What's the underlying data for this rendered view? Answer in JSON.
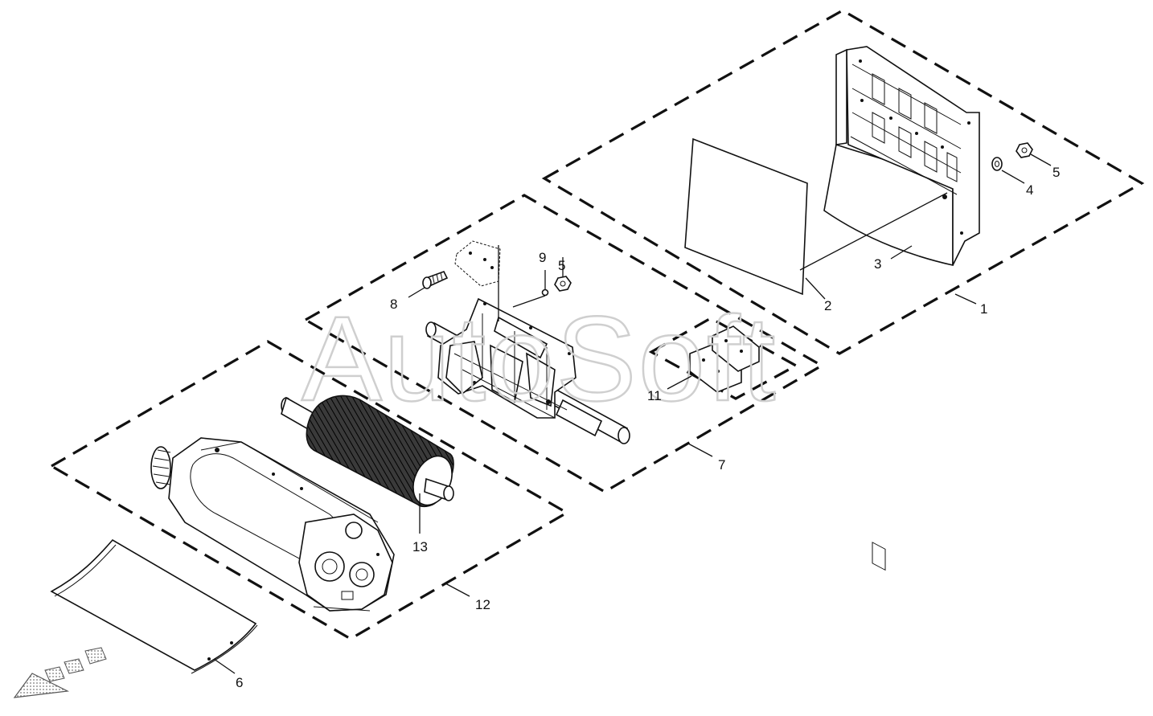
{
  "watermark": "AutoSoft",
  "callouts": {
    "c1": "1",
    "c2": "2",
    "c3": "3",
    "c4": "4",
    "c5a": "5",
    "c5b": "5",
    "c6": "6",
    "c7": "7",
    "c8": "8",
    "c9": "9",
    "c11": "11",
    "c12": "12",
    "c13": "13"
  },
  "colors": {
    "line": "#111111",
    "watermark": "#cfcfcf",
    "drum_shading": "#2a2a2a",
    "plate_fill": "#f4f4f4"
  }
}
